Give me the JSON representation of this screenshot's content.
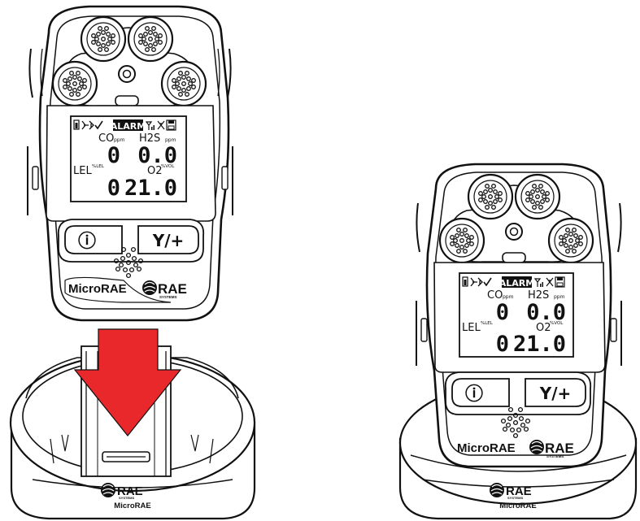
{
  "colors": {
    "arrow": "#e8282b",
    "outline": "#111111"
  },
  "devices": [
    {
      "id": "left",
      "lcd": {
        "alarm": "ALARM",
        "ch1": {
          "gas": "CO",
          "unit": "ppm",
          "value": "0"
        },
        "ch2": {
          "gas": "H2S",
          "unit": "ppm",
          "value": "0.0"
        },
        "ch3": {
          "gas": "LEL",
          "unit": "%LEL",
          "value": "0"
        },
        "ch4": {
          "gas": "O2",
          "unit": "%VOL",
          "value": "21.0"
        }
      },
      "buttons": {
        "power": "ⓘ",
        "yes": "Y/+"
      },
      "model": "MicroRAE",
      "brand": "RAE",
      "brand_sub": "SYSTEMS"
    },
    {
      "id": "right",
      "lcd": {
        "alarm": "ALARM",
        "ch1": {
          "gas": "CO",
          "unit": "ppm",
          "value": "0"
        },
        "ch2": {
          "gas": "H2S",
          "unit": "ppm",
          "value": "0.0"
        },
        "ch3": {
          "gas": "LEL",
          "unit": "%LEL",
          "value": "0"
        },
        "ch4": {
          "gas": "O2",
          "unit": "%VOL",
          "value": "21.0"
        }
      },
      "buttons": {
        "power": "ⓘ",
        "yes": "Y/+"
      },
      "model": "MicroRAE",
      "brand": "RAE",
      "brand_sub": "SYSTEMS"
    }
  ],
  "cradles": [
    {
      "brand": "RAE",
      "brand_sub": "SYSTEMS",
      "label": "MicroRAE"
    },
    {
      "brand": "RAE",
      "brand_sub": "SYSTEMS",
      "label": "MicroRAE"
    }
  ]
}
